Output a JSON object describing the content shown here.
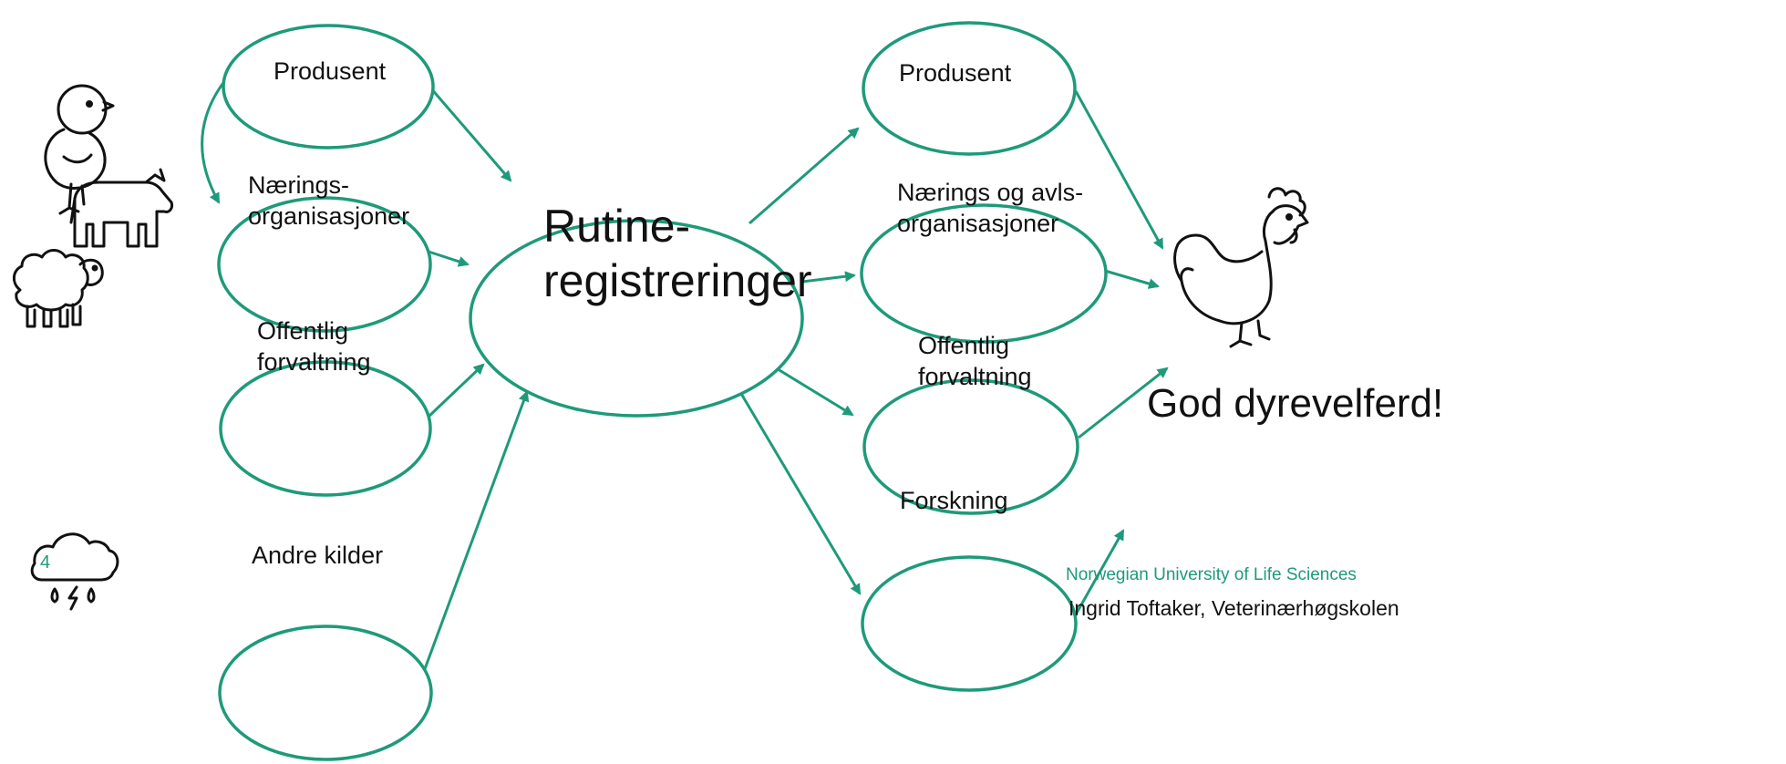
{
  "left_nodes": [
    {
      "id": "produsent-left",
      "lines": [
        "Produsent"
      ]
    },
    {
      "id": "naerings-left",
      "lines": [
        "Nærings-",
        "organisasjoner"
      ]
    },
    {
      "id": "offentlig-left",
      "lines": [
        "Offentlig",
        "forvaltning"
      ]
    },
    {
      "id": "andre-kilder",
      "lines": [
        "Andre kilder"
      ]
    }
  ],
  "center_node": {
    "lines": [
      "Rutine-",
      "registreringer"
    ]
  },
  "right_nodes": [
    {
      "id": "produsent-right",
      "lines": [
        "Produsent"
      ]
    },
    {
      "id": "naerings-right",
      "lines": [
        "Nærings og avls-",
        "organisasjoner"
      ]
    },
    {
      "id": "offentlig-right",
      "lines": [
        "Offentlig",
        "forvaltning"
      ]
    },
    {
      "id": "forskning",
      "lines": [
        "Forskning"
      ]
    }
  ],
  "goal": {
    "text": "God dyrevelferd!"
  },
  "footer": {
    "university": "Norwegian University of Life Sciences",
    "credit": "Ingrid Toftaker, Veterinærhøgskolen",
    "page_number": "4"
  },
  "icons": [
    "chick-icon",
    "cow-icon",
    "sheep-icon",
    "rain-cloud-icon",
    "hen-icon",
    "arrow-icon"
  ],
  "colors": {
    "accent": "#1e9a7a",
    "text": "#111111"
  }
}
